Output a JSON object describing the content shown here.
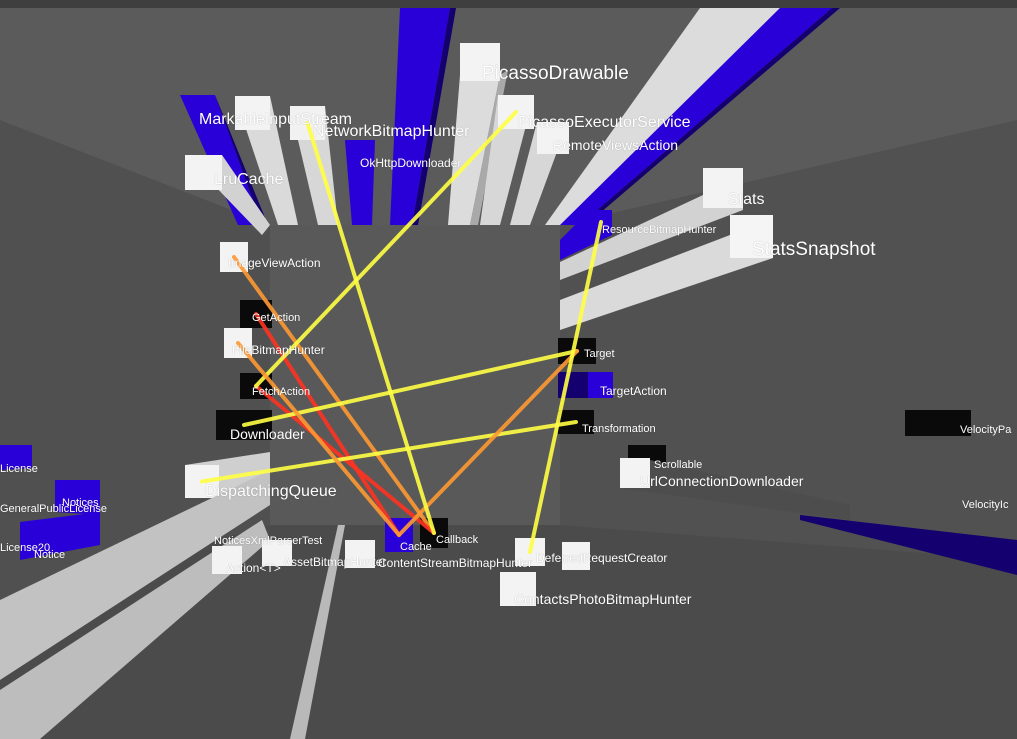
{
  "colors": {
    "background": "#555555",
    "floor": "#4a4a4a",
    "inner_box": "#585858",
    "beam_white": "#d9d9d9",
    "beam_blue": "#2200dd",
    "cube_black": "#0a0a0a",
    "link_yellow": "#ffff44",
    "link_orange": "#ff9933",
    "link_red": "#ff3322"
  },
  "classes": [
    {
      "id": "picasso-drawable",
      "name": "PicassoDrawable",
      "kind": "class"
    },
    {
      "id": "markable-input-stream",
      "name": "MarkableInputStream",
      "kind": "class"
    },
    {
      "id": "network-bitmap-hunter",
      "name": "NetworkBitmapHunter",
      "kind": "class"
    },
    {
      "id": "ok-http-downloader",
      "name": "OkHttpDownloader",
      "kind": "class"
    },
    {
      "id": "picasso-executor-service",
      "name": "PicassoExecutorService",
      "kind": "class"
    },
    {
      "id": "remote-views-action",
      "name": "RemoteViewsAction",
      "kind": "class"
    },
    {
      "id": "lru-cache",
      "name": "LruCache",
      "kind": "class"
    },
    {
      "id": "stats",
      "name": "Stats",
      "kind": "class"
    },
    {
      "id": "stats-snapshot",
      "name": "StatsSnapshot",
      "kind": "class"
    },
    {
      "id": "resource-bitmap-hunter",
      "name": "ResourceBitmapHunter",
      "kind": "class"
    },
    {
      "id": "image-view-action",
      "name": "ImageViewAction",
      "kind": "class"
    },
    {
      "id": "get-action",
      "name": "GetAction",
      "kind": "class"
    },
    {
      "id": "file-bitmap-hunter",
      "name": "FileBitmapHunter",
      "kind": "class"
    },
    {
      "id": "fetch-action",
      "name": "FetchAction",
      "kind": "class"
    },
    {
      "id": "downloader",
      "name": "Downloader",
      "kind": "interface"
    },
    {
      "id": "dispatching-queue",
      "name": "DispatchingQueue",
      "kind": "class"
    },
    {
      "id": "target",
      "name": "Target",
      "kind": "interface"
    },
    {
      "id": "target-action",
      "name": "TargetAction",
      "kind": "class"
    },
    {
      "id": "transformation",
      "name": "Transformation",
      "kind": "interface"
    },
    {
      "id": "scrollable",
      "name": "Scrollable",
      "kind": "interface"
    },
    {
      "id": "url-connection-downloader",
      "name": "UrlConnectionDownloader",
      "kind": "class"
    },
    {
      "id": "cache",
      "name": "Cache",
      "kind": "interface"
    },
    {
      "id": "callback",
      "name": "Callback",
      "kind": "interface"
    },
    {
      "id": "notices-xml-parser-test",
      "name": "NoticesXmlParserTest",
      "kind": "class"
    },
    {
      "id": "asset-bitmap-hunter",
      "name": "AssetBitmapHunter",
      "kind": "class"
    },
    {
      "id": "action-t",
      "name": "Action<T>",
      "kind": "class"
    },
    {
      "id": "content-stream-bitmap-hunter",
      "name": "ContentStreamBitmapHunter",
      "kind": "class"
    },
    {
      "id": "deferred-request-creator",
      "name": "DeferredRequestCreator",
      "kind": "class"
    },
    {
      "id": "contacts-photo-bitmap-hunter",
      "name": "ContactsPhotoBitmapHunter",
      "kind": "class"
    },
    {
      "id": "license",
      "name": "License",
      "kind": "class"
    },
    {
      "id": "notices",
      "name": "Notices",
      "kind": "class"
    },
    {
      "id": "general-public-license",
      "name": "GeneralPublicLicense",
      "kind": "class"
    },
    {
      "id": "license-20",
      "name": "License20",
      "kind": "class"
    },
    {
      "id": "notice",
      "name": "Notice",
      "kind": "class"
    },
    {
      "id": "velocity-pa",
      "name": "VelocityPa",
      "kind": "class"
    },
    {
      "id": "velocity-lc",
      "name": "VelocityIc",
      "kind": "class"
    }
  ],
  "dependencies": [
    {
      "from": "image-view-action",
      "to": "callback",
      "color": "orange"
    },
    {
      "from": "get-action",
      "to": "cache",
      "color": "red"
    },
    {
      "from": "fetch-action",
      "to": "callback",
      "color": "red"
    },
    {
      "from": "downloader",
      "to": "target",
      "color": "yellow"
    },
    {
      "from": "dispatching-queue",
      "to": "transformation",
      "color": "yellow"
    },
    {
      "from": "target",
      "to": "cache",
      "color": "orange"
    },
    {
      "from": "resource-bitmap-hunter",
      "to": "content-stream-bitmap-hunter",
      "color": "yellow"
    },
    {
      "from": "network-bitmap-hunter",
      "to": "callback",
      "color": "yellow"
    },
    {
      "from": "ok-http-downloader",
      "to": "fetch-action",
      "color": "yellow"
    },
    {
      "from": "file-bitmap-hunter",
      "to": "cache",
      "color": "orange"
    }
  ]
}
